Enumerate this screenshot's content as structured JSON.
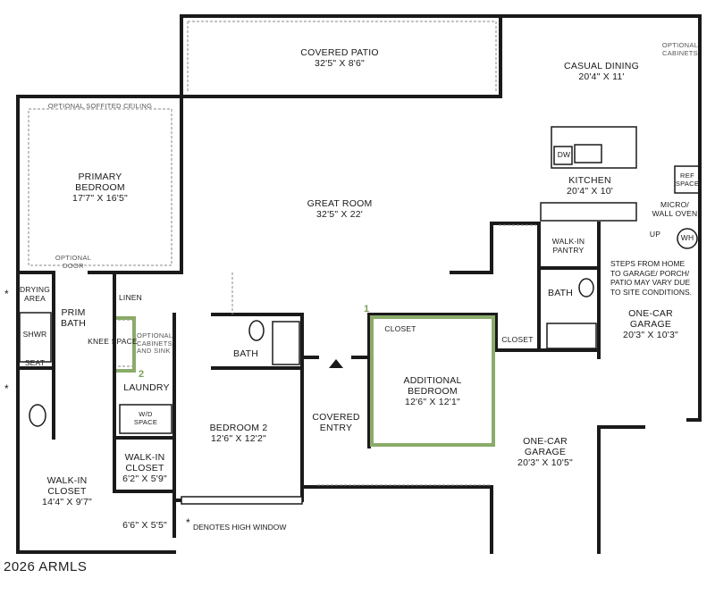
{
  "rooms": {
    "covered_patio": {
      "name": "COVERED PATIO",
      "dims": "32'5\" X 8'6\""
    },
    "casual_dining": {
      "name": "CASUAL DINING",
      "dims": "20'4\" X 11'"
    },
    "primary_bedroom": {
      "name_l1": "PRIMARY",
      "name_l2": "BEDROOM",
      "dims": "17'7\" X 16'5\""
    },
    "great_room": {
      "name": "GREAT ROOM",
      "dims": "32'5\" X 22'"
    },
    "kitchen": {
      "name": "KITCHEN",
      "dims": "20'4\" X 10'"
    },
    "walkin_pantry": {
      "l1": "WALK-IN",
      "l2": "PANTRY"
    },
    "one_car_garage_1": {
      "l1": "ONE-CAR",
      "l2": "GARAGE",
      "dims": "20'3\" X 10'3\""
    },
    "prim_bath": {
      "l1": "PRIM",
      "l2": "BATH"
    },
    "bath_1": "BATH",
    "bath_2": "BATH",
    "laundry": "LAUNDRY",
    "bedroom_2": {
      "name": "BEDROOM 2",
      "dims": "12'6\" X 12'2\""
    },
    "additional_bedroom": {
      "l1": "ADDITIONAL",
      "l2": "BEDROOM",
      "dims": "12'6\" X 12'1\""
    },
    "closet_1": "CLOSET",
    "closet_2": "CLOSET",
    "covered_entry": {
      "l1": "COVERED",
      "l2": "ENTRY"
    },
    "one_car_garage_2": {
      "l1": "ONE-CAR",
      "l2": "GARAGE",
      "dims": "20'3\" X 10'5\""
    },
    "walkin_closet_small": {
      "l1": "WALK-IN",
      "l2": "CLOSET",
      "dims": "6'2\" X 5'9\""
    },
    "walkin_closet_primary": {
      "l1": "WALK-IN",
      "l2": "CLOSET",
      "dims": "14'4\" X 9'7\""
    },
    "small_room": {
      "dims": "6'6\" X 5'5\""
    }
  },
  "small_labels": {
    "optional_soffited_ceiling": "OPTIONAL SOFFITED CEILING",
    "optional_door_l1": "OPTIONAL",
    "optional_door_l2": "DOOR",
    "optional_cabinets_top_l1": "OPTIONAL",
    "optional_cabinets_top_l2": "CABINETS",
    "drying_l1": "DRYING",
    "drying_l2": "AREA",
    "shwr": "SHWR",
    "seat": "SEAT",
    "linen": "LINEN",
    "knee_space": "KNEE SPACE",
    "opt_cab_sink_l1": "OPTIONAL",
    "opt_cab_sink_l2": "CABINETS",
    "opt_cab_sink_l3": "AND SINK",
    "wd_l1": "W/D",
    "wd_l2": "SPACE",
    "dw": "DW",
    "ref_l1": "REF",
    "ref_l2": "SPACE",
    "micro_l1": "MICRO/",
    "micro_l2": "WALL OVEN",
    "up": "UP",
    "wh": "WH"
  },
  "notes": {
    "garage_steps": [
      "STEPS FROM HOME",
      "TO GARAGE/ PORCH/",
      "PATIO MAY VARY DUE",
      "TO SITE CONDITIONS."
    ],
    "high_window": "DENOTES HIGH WINDOW",
    "star": "*"
  },
  "markers": {
    "m1": "1",
    "m2": "2"
  },
  "copyright": "2026 ARMLS",
  "colors": {
    "wall": "#1a1a1a",
    "option_outline": "#8bab6a",
    "dashed": "#888888"
  }
}
